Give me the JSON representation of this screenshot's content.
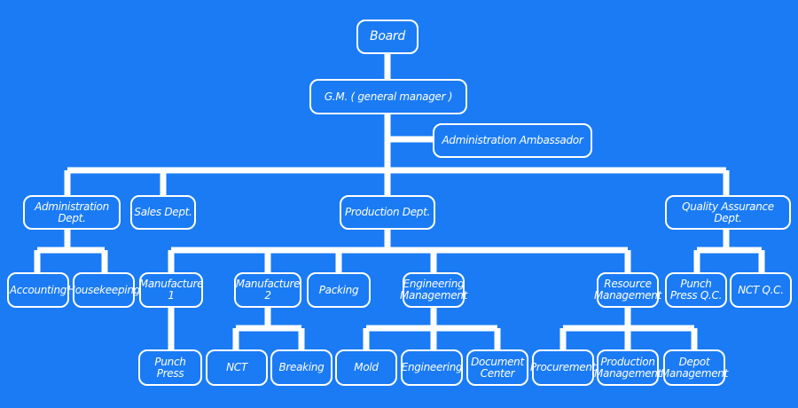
{
  "colors": {
    "background": "#1a7bf5",
    "line": "#ffffff",
    "text": "#ffffff"
  },
  "nodes": {
    "board": "Board",
    "gm": "G.M. ( general manager )",
    "admin_ambassador": "Administration Ambassador",
    "admin_dept": "Administration Dept.",
    "sales_dept": "Sales Dept.",
    "production_dept": "Production Dept.",
    "qa_dept": "Quality Assurance Dept.",
    "accounting": "Accounting",
    "housekeeping": "Housekeeping",
    "manufacture1": "Manufacture 1",
    "manufacture2": "Manufacture 2",
    "packing": "Packing",
    "engineering_mgmt": "Engineering\nManagement",
    "resource_mgmt": "Resource\nManagement",
    "punch_press_qc": "Punch\nPress Q.C.",
    "nct_qc": "NCT Q.C.",
    "punch_press": "Punch Press",
    "nct": "NCT",
    "breaking": "Breaking",
    "mold": "Mold",
    "engineering": "Engineering",
    "document_center": "Document\nCenter",
    "procurement": "Procurement",
    "production_mgmt": "Production\nManagement",
    "depot_mgmt": "Depot\nManagement"
  }
}
